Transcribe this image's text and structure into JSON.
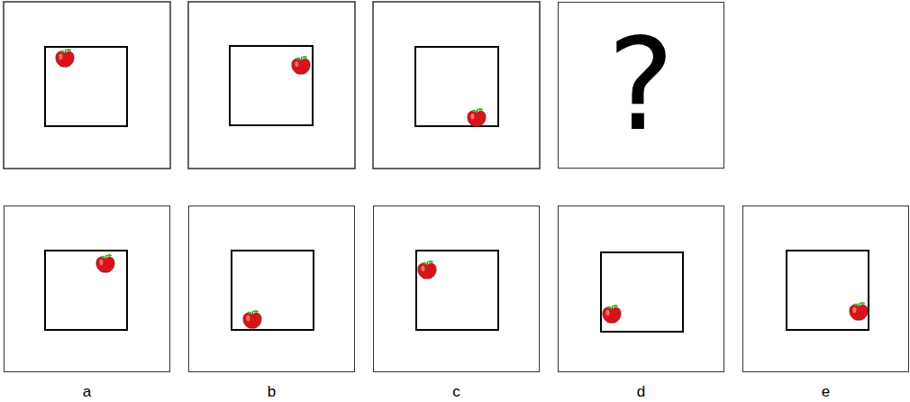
{
  "diagram": {
    "nodes": [
      {
        "text": [
          "?"
        ]
      },
      {
        "text": [
          "a"
        ]
      },
      {
        "text": [
          "b"
        ]
      },
      {
        "text": [
          "c"
        ]
      },
      {
        "text": [
          "d"
        ]
      },
      {
        "text": [
          "e"
        ]
      }
    ]
  }
}
